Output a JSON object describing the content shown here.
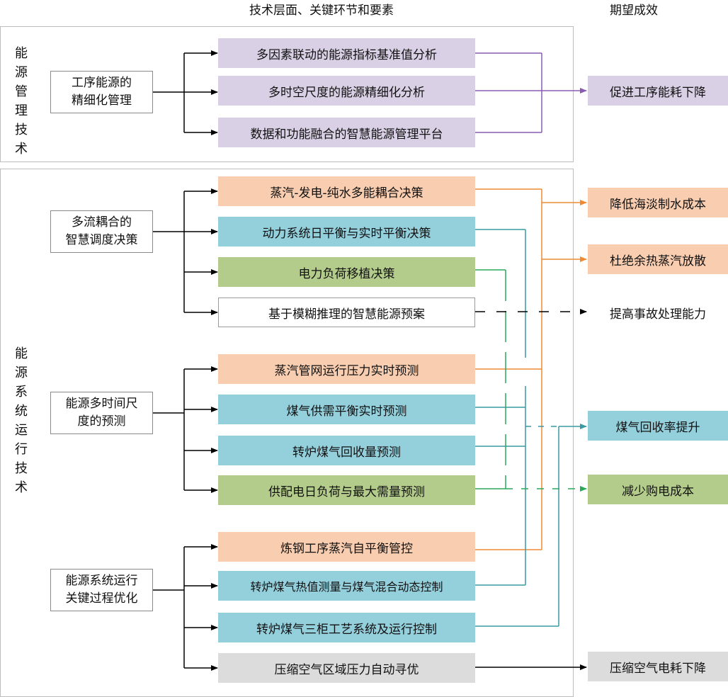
{
  "headers": {
    "middle": "技术层面、关键环节和要素",
    "right": "期望成效"
  },
  "sections": {
    "management": {
      "label": "能\n源\n管\n理\n技\n术",
      "group": "工序能源的\n精细化管理",
      "items": [
        "多因素联动的能源指标基准值分析",
        "多时空尺度的能源精细化分析",
        "数据和功能融合的智慧能源管理平台"
      ]
    },
    "operation": {
      "label": "能\n源\n系\n统\n运\n行\n技\n术",
      "groups": [
        "多流耦合的\n智慧调度决策",
        "能源多时间尺\n度的预测",
        "能源系统运行\n关键过程优化"
      ],
      "items": [
        "蒸汽-发电-纯水多能耦合决策",
        "动力系统日平衡与实时平衡决策",
        "电力负荷移植决策",
        "基于模糊推理的智慧能源预案",
        "蒸汽管网运行压力实时预测",
        "煤气供需平衡实时预测",
        "转炉煤气回收量预测",
        "供配电日负荷与最大需量预测",
        "炼钢工序蒸汽自平衡管控",
        "转炉煤气热值测量与煤气混合动态控制",
        "转炉煤气三柜工艺系统及运行控制",
        "压缩空气区域压力自动寻优"
      ]
    }
  },
  "outcomes": [
    "促进工序能耗下降",
    "降低海淡制水成本",
    "杜绝余热蒸汽放散",
    "提高事故处理能力",
    "煤气回收率提升",
    "减少购电成本",
    "压缩空气电耗下降"
  ],
  "colors": {
    "purple": "#d9d0e5",
    "orange": "#f8cdb0",
    "blue": "#94cfdc",
    "green": "#b4cc8b",
    "gray": "#dcdcdc",
    "line_purple": "#8a5cb0",
    "line_orange": "#ee8a33",
    "line_teal": "#3a9aa3",
    "line_green": "#2aa85a"
  }
}
